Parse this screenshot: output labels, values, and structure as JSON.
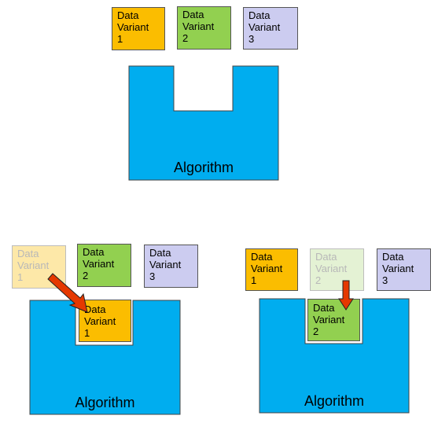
{
  "colors": {
    "variant1": "#fbbd00",
    "variant2": "#92d050",
    "variant3": "#ccccf0",
    "variant1_faded": "#fde8a8",
    "variant2_faded": "#e4f2d4",
    "algorithm": "#00adef",
    "arrow": "#e53800"
  },
  "top": {
    "variants": [
      [
        "Data",
        "Variant",
        "1"
      ],
      [
        "Data",
        "Variant",
        "2"
      ],
      [
        "Data",
        "Variant",
        "3"
      ]
    ],
    "algorithm_label": "Algorithm"
  },
  "left": {
    "variants": [
      [
        "Data",
        "Variant",
        "1"
      ],
      [
        "Data",
        "Variant",
        "2"
      ],
      [
        "Data",
        "Variant",
        "3"
      ]
    ],
    "inserted": [
      "Data",
      "Variant",
      "1"
    ],
    "algorithm_label": "Algorithm"
  },
  "right": {
    "variants": [
      [
        "Data",
        "Variant",
        "1"
      ],
      [
        "Data",
        "Variant",
        "2"
      ],
      [
        "Data",
        "Variant",
        "3"
      ]
    ],
    "inserted": [
      "Data",
      "Variant",
      "2"
    ],
    "algorithm_label": "Algorithm"
  }
}
